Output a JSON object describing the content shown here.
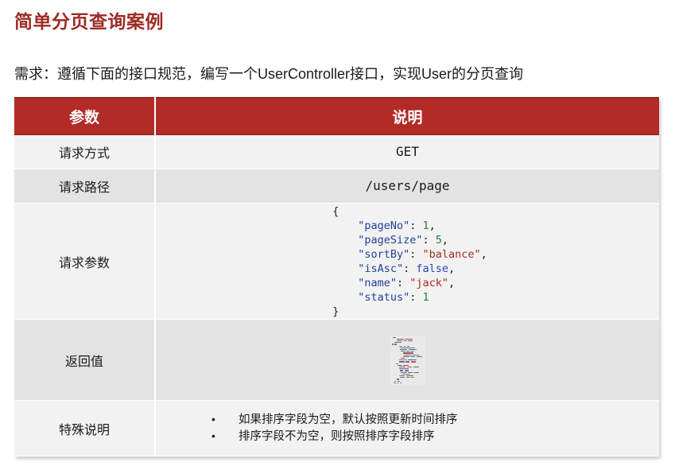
{
  "slide": {
    "title": "简单分页查询案例",
    "subtitle": "需求：遵循下面的接口规范，编写一个UserController接口，实现User的分页查询"
  },
  "theme": {
    "title_color": "#9E2B25",
    "header_bg": "#B22B26",
    "header_text": "#FFFFFF",
    "row_odd_bg": "#F2F2F2",
    "row_even_bg": "#E3E3E3"
  },
  "table": {
    "headers": {
      "param": "参数",
      "desc": "说明"
    },
    "rows": {
      "method": {
        "label": "请求方式",
        "value": "GET"
      },
      "path": {
        "label": "请求路径",
        "value": "/users/page"
      },
      "params": {
        "label": "请求参数",
        "json": {
          "open_brace": "{",
          "close_brace": "}",
          "lines": [
            {
              "key": "\"pageNo\"",
              "colon": ": ",
              "value": "1",
              "type": "num",
              "comma": ","
            },
            {
              "key": "\"pageSize\"",
              "colon": ": ",
              "value": "5",
              "type": "num",
              "comma": ","
            },
            {
              "key": "\"sortBy\"",
              "colon": ": ",
              "value": "\"balance\"",
              "type": "str",
              "comma": ","
            },
            {
              "key": "\"isAsc\"",
              "colon": ": ",
              "value": "false",
              "type": "bool",
              "comma": ","
            },
            {
              "key": "\"name\"",
              "colon": ": ",
              "value": "\"jack\"",
              "type": "str",
              "comma": ","
            },
            {
              "key": "\"status\"",
              "colon": ": ",
              "value": "1",
              "type": "num",
              "comma": ""
            }
          ]
        }
      },
      "returnValue": {
        "label": "返回值",
        "value": ""
      },
      "notes": {
        "label": "特殊说明",
        "items": [
          "如果排序字段为空，默认按照更新时间排序",
          "排序字段不为空，则按照排序字段排序"
        ]
      }
    }
  }
}
